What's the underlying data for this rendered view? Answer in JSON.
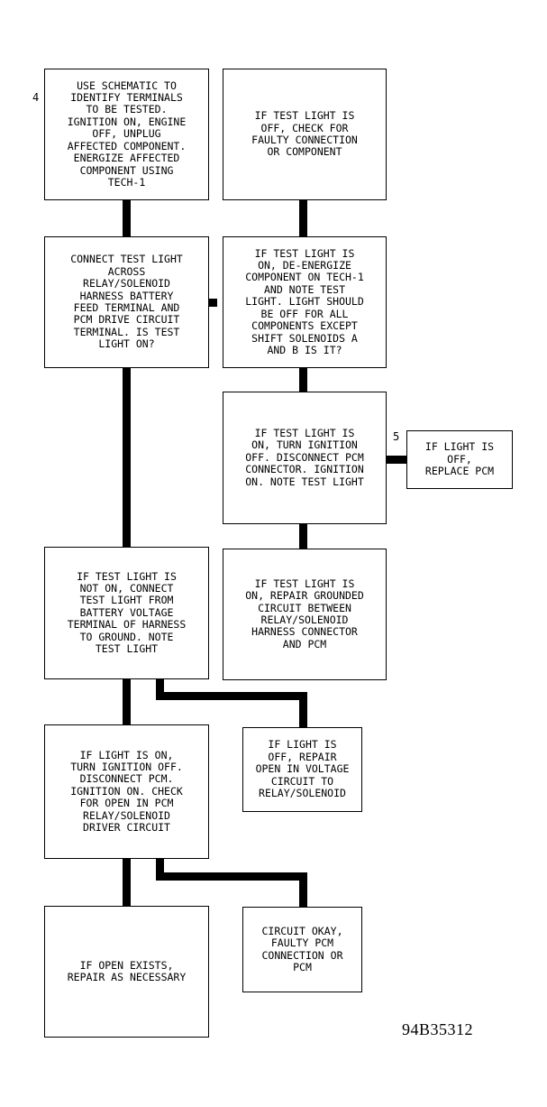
{
  "steps": {
    "s4": "USE SCHEMATIC TO\nIDENTIFY TERMINALS\nTO BE TESTED.\nIGNITION ON, ENGINE\nOFF, UNPLUG\nAFFECTED COMPONENT.\nENERGIZE AFFECTED\nCOMPONENT USING\nTECH-1",
    "faulty": "IF TEST LIGHT IS\nOFF, CHECK FOR\nFAULTY CONNECTION\nOR COMPONENT",
    "connect": "CONNECT TEST LIGHT\nACROSS\nRELAY/SOLENOID\nHARNESS BATTERY\nFEED TERMINAL AND\nPCM DRIVE CIRCUIT\nTERMINAL. IS TEST\nLIGHT ON?",
    "deenergize": "IF TEST LIGHT IS\nON, DE-ENERGIZE\nCOMPONENT ON TECH-1\nAND NOTE TEST\nLIGHT. LIGHT SHOULD\nBE OFF FOR ALL\nCOMPONENTS EXCEPT\nSHIFT SOLENOIDS A\nAND B IS IT?",
    "turnoff": "IF TEST LIGHT IS\nON, TURN IGNITION\nOFF. DISCONNECT PCM\nCONNECTOR. IGNITION\nON. NOTE TEST LIGHT",
    "replace": "IF LIGHT IS\nOFF,\nREPLACE PCM",
    "notOn": "IF TEST LIGHT IS\nNOT ON, CONNECT\nTEST LIGHT FROM\nBATTERY VOLTAGE\nTERMINAL OF HARNESS\nTO GROUND. NOTE\nTEST LIGHT",
    "grounded": "IF TEST LIGHT IS\nON, REPAIR GROUNDED\nCIRCUIT BETWEEN\nRELAY/SOLENOID\nHARNESS CONNECTOR\nAND PCM",
    "lightOn": "IF LIGHT IS ON,\nTURN IGNITION OFF.\nDISCONNECT PCM.\nIGNITION ON. CHECK\nFOR OPEN IN PCM\nRELAY/SOLENOID\nDRIVER CIRCUIT",
    "repairOpen": "IF LIGHT IS\nOFF, REPAIR\nOPEN IN VOLTAGE\nCIRCUIT TO\nRELAY/SOLENOID",
    "openExists": "IF OPEN EXISTS,\nREPAIR AS NECESSARY",
    "circuitOkay": "CIRCUIT OKAY,\nFAULTY PCM\nCONNECTION OR\nPCM"
  },
  "labels": {
    "step4": "4",
    "step5": "5"
  },
  "figure_id": "94B35312"
}
